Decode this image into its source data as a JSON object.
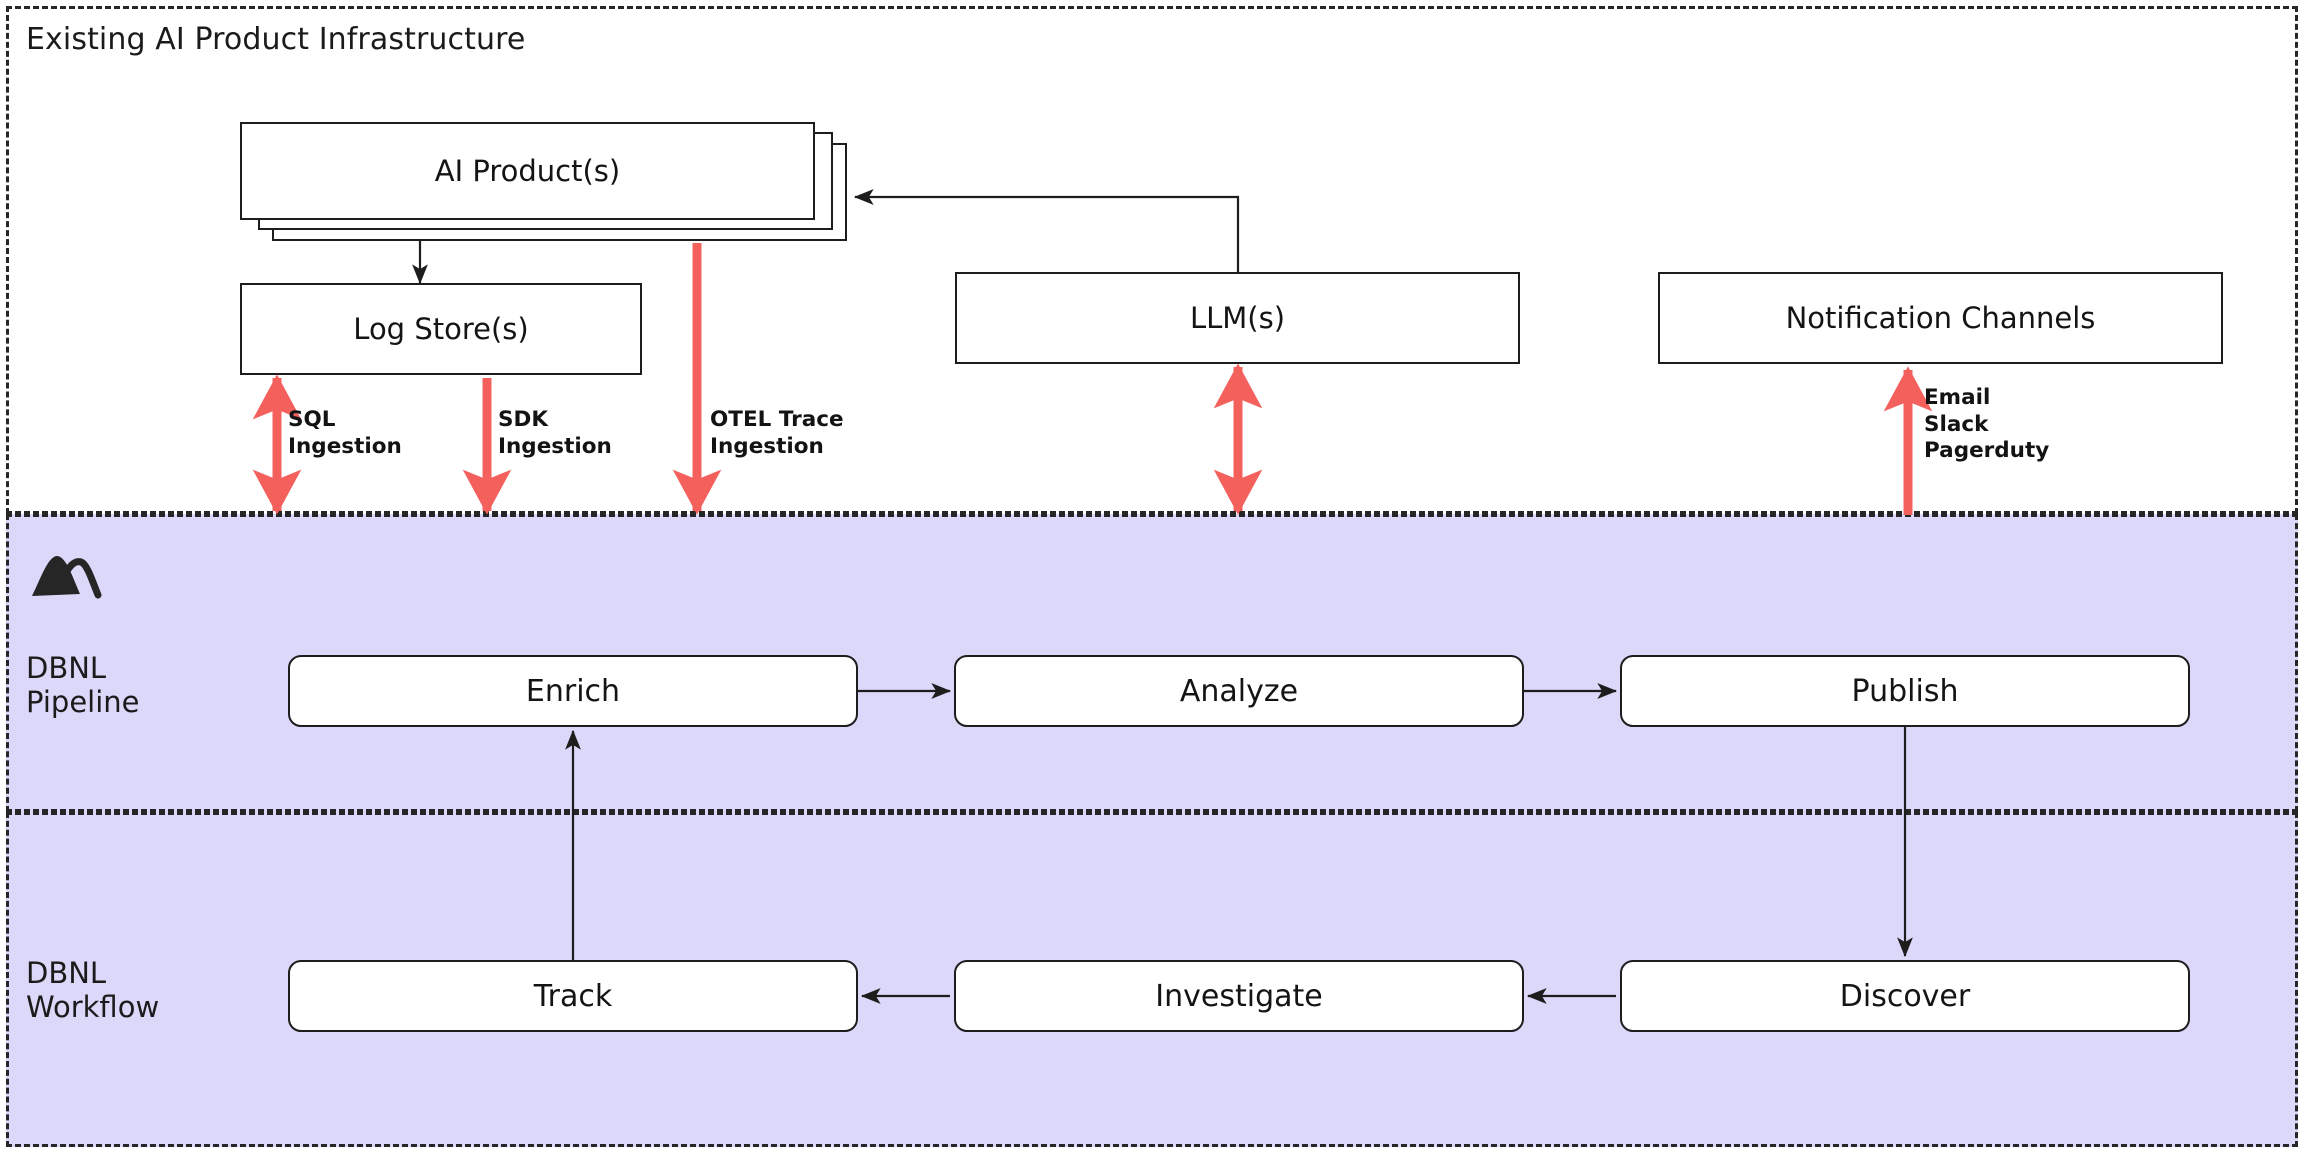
{
  "diagram": {
    "title": "Existing AI Product Infrastructure",
    "colors": {
      "accent_red": "#F4605C",
      "dbnl_purple": "#DCD8FA",
      "stroke": "#1D1D1D",
      "background": "#FFFFFF"
    }
  },
  "zones": [
    {
      "id": "existing",
      "label": "Existing AI Product Infrastructure",
      "background": "#FFFFFF"
    },
    {
      "id": "pipeline",
      "label": "DBNL\nPipeline",
      "background": "#DCD8FA"
    },
    {
      "id": "workflow",
      "label": "DBNL\nWorkflow",
      "background": "#DCD8FA"
    }
  ],
  "infrastructure": {
    "nodes": [
      {
        "id": "ai-product",
        "label": "AI Product(s)",
        "stacked": true
      },
      {
        "id": "log-store",
        "label": "Log Store(s)",
        "stacked": false
      },
      {
        "id": "llm",
        "label": "LLM(s)",
        "stacked": false
      },
      {
        "id": "notification-channels",
        "label": "Notification Channels",
        "stacked": false
      }
    ]
  },
  "pipeline": {
    "label": "DBNL\nPipeline",
    "nodes": [
      {
        "id": "enrich",
        "label": "Enrich"
      },
      {
        "id": "analyze",
        "label": "Analyze"
      },
      {
        "id": "publish",
        "label": "Publish"
      }
    ]
  },
  "workflow": {
    "label": "DBNL\nWorkflow",
    "nodes": [
      {
        "id": "track",
        "label": "Track"
      },
      {
        "id": "investigate",
        "label": "Investigate"
      },
      {
        "id": "discover",
        "label": "Discover"
      }
    ]
  },
  "flows": [
    {
      "id": "sql-ingestion",
      "label": "SQL\nIngestion",
      "color": "#F4605C",
      "direction": "bidirectional"
    },
    {
      "id": "sdk-ingestion",
      "label": "SDK\nIngestion",
      "color": "#F4605C",
      "direction": "down"
    },
    {
      "id": "otel-ingestion",
      "label": "OTEL Trace\nIngestion",
      "color": "#F4605C",
      "direction": "down"
    },
    {
      "id": "llm-link",
      "label": "",
      "color": "#F4605C",
      "direction": "bidirectional"
    },
    {
      "id": "notify-channels",
      "label": "Email\nSlack\nPagerduty",
      "color": "#F4605C",
      "direction": "up"
    }
  ],
  "logo": {
    "name": "dbnl-mountain-logo",
    "color": "#262626"
  }
}
